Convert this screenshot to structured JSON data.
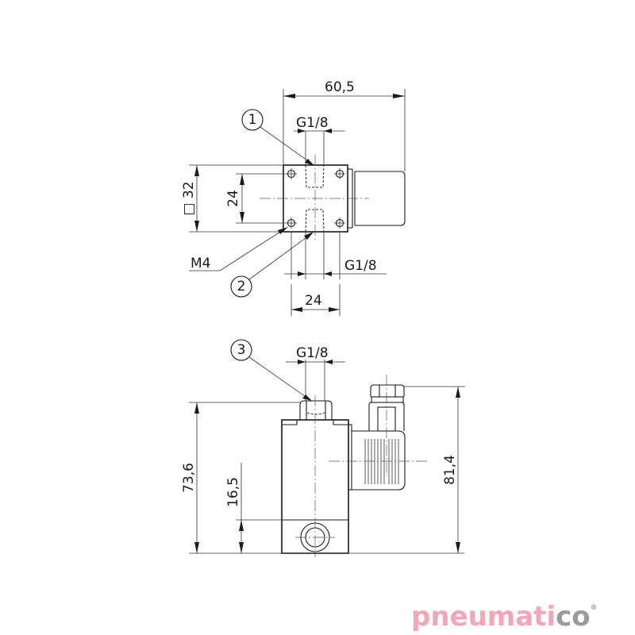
{
  "drawing": {
    "top_view": {
      "dims": {
        "overall_length": "60,5",
        "square_body": "□ 32",
        "hole_spacing_vertical": "24",
        "hole_spacing_horizontal": "24",
        "port_top_thread": "G1/8",
        "port_bottom_thread": "G1/8",
        "mounting_thread": "M4"
      },
      "balloons": [
        "1",
        "2"
      ]
    },
    "side_view": {
      "dims": {
        "port_thread": "G1/8",
        "body_height": "73,6",
        "port_height": "16,5",
        "overall_height": "81,4"
      },
      "balloons": [
        "3"
      ]
    },
    "colors": {
      "line": "#1a1a1a",
      "logo_pink": "#f4a6b8",
      "logo_grey": "#9a9a9a"
    }
  },
  "logo": {
    "part1": "pneumati",
    "part2": "co",
    "mark": "®"
  }
}
